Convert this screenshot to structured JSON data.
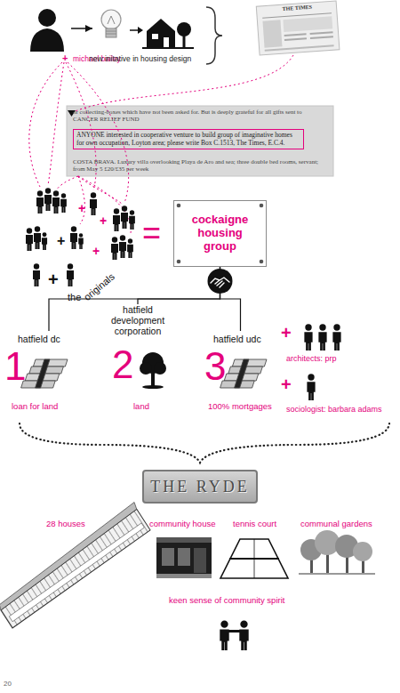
{
  "diagram": {
    "nodes": [
      {
        "text": [
          "michael bailey"
        ]
      },
      {
        "text": [
          "new initative in housing design"
        ]
      },
      {
        "text": [
          "cockaigne housing group"
        ]
      },
      {
        "text": [
          "hatfield dc",
          "1",
          "loan for land"
        ]
      },
      {
        "text": [
          "hatfield development corporation",
          "2",
          "land"
        ]
      },
      {
        "text": [
          "hatfield udc",
          "3",
          "100% mortgages"
        ]
      },
      {
        "text": [
          "THE RYDE"
        ]
      }
    ],
    "edges": [
      {
        "from": 0,
        "to": 1,
        "arrow": "to"
      },
      {
        "from": 2,
        "to": 3,
        "arrow": "none"
      },
      {
        "from": 2,
        "to": 4,
        "arrow": "none"
      },
      {
        "from": 2,
        "to": 5,
        "arrow": "none"
      }
    ],
    "labels": [
      "+",
      "THE TIMES",
      "or collecting-boxes which have not been asked for. But is deeply grateful for all gifts sent to CANCER RELIEF FUND",
      "ANYONE interested in cooperative venture to build group of imaginative homes for own occupation, Loyton area; please write Box C.1513, The Times, E.C.4.",
      "COSTA BRAVA. Luxury villa overlooking Playa de Aro and sea; three double bed rooms, servant; from May 5 £20/£35 per week",
      "+",
      "+",
      "+",
      "+",
      "+",
      "the",
      "originals",
      "=",
      "+",
      "architects: prp",
      "+",
      "sociologist: barbara adams",
      "28 houses",
      "community house",
      "tennis court",
      "communal gardens",
      "keen sense of community spirit",
      "20"
    ]
  }
}
